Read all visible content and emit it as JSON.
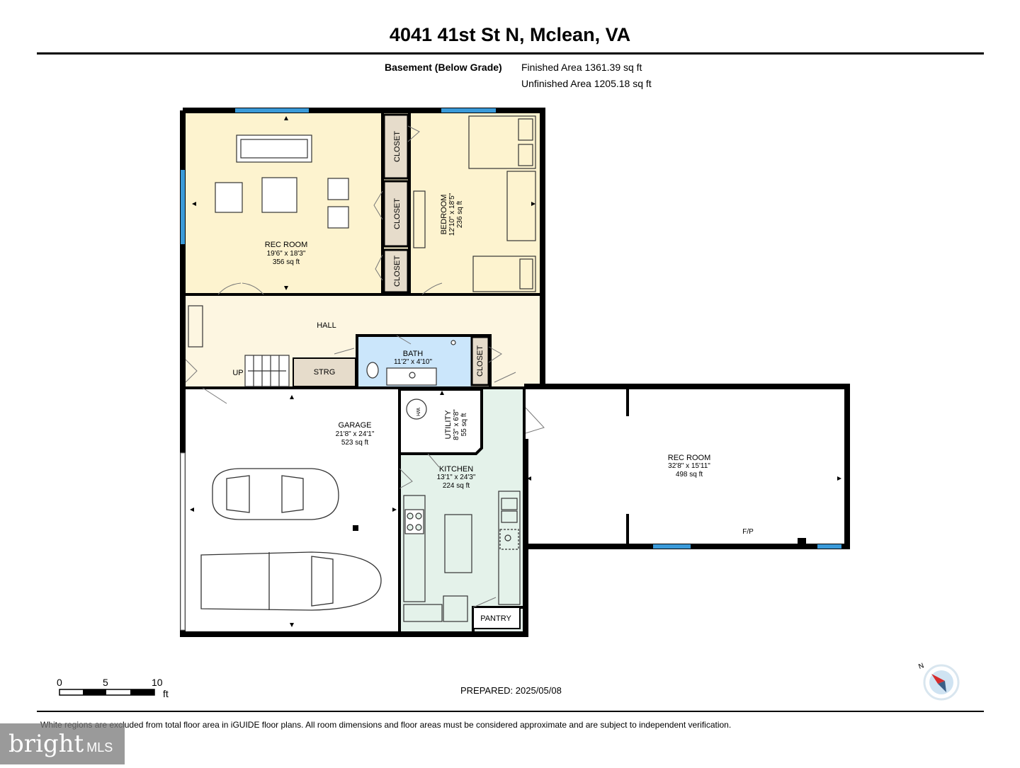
{
  "header": {
    "address": "4041 41st St N, Mclean, VA",
    "level": "Basement (Below Grade)",
    "finished_area": "Finished Area 1361.39 sq ft",
    "unfinished_area": "Unfinished Area 1205.18 sq ft"
  },
  "rooms": {
    "rec_room_1": {
      "name": "REC ROOM",
      "dims": "19'6\" x 18'3\"",
      "area": "356 sq ft"
    },
    "bedroom": {
      "name": "BEDROOM",
      "dims": "12'10\" x 18'5\"",
      "area": "236 sq ft"
    },
    "closet_1": {
      "name": "CLOSET"
    },
    "closet_2": {
      "name": "CLOSET"
    },
    "closet_3": {
      "name": "CLOSET"
    },
    "closet_4": {
      "name": "CLOSET"
    },
    "hall": {
      "name": "HALL"
    },
    "up": {
      "name": "UP"
    },
    "strg": {
      "name": "STRG"
    },
    "bath": {
      "name": "BATH",
      "dims": "11'2\" x 4'10\""
    },
    "utility": {
      "name": "UTILITY",
      "dims": "8'3\" x 6'8\"",
      "area": "55 sq ft"
    },
    "garage": {
      "name": "GARAGE",
      "dims": "21'8\" x 24'1\"",
      "area": "523 sq ft"
    },
    "kitchen": {
      "name": "KITCHEN",
      "dims": "13'1\" x 24'3\"",
      "area": "224 sq ft"
    },
    "rec_room_2": {
      "name": "REC ROOM",
      "dims": "32'8\" x 15'11\"",
      "area": "498 sq ft"
    },
    "fireplace": {
      "name": "F/P"
    },
    "pantry": {
      "name": "PANTRY"
    },
    "water_heater": {
      "name": "WH"
    }
  },
  "scale": {
    "tick_0": "0",
    "tick_5": "5",
    "tick_10": "10",
    "unit": "ft"
  },
  "compass": {
    "label": "N"
  },
  "footer": {
    "prepared": "PREPARED: 2025/05/08",
    "disclaimer": "White regions are excluded from total floor area in iGUIDE floor plans. All room dimensions and floor areas must be considered approximate and are subject to independent verification."
  },
  "brand": {
    "name": "bright",
    "suffix": "MLS"
  },
  "colors": {
    "rec_room": "#fdf3cf",
    "bedroom": "#fdf3cf",
    "closet": "#e6dccb",
    "hall": "#fdf6e1",
    "bath": "#cbe6fb",
    "kitchen": "#e4f2ea",
    "wall": "#000000",
    "window": "#3a9ad9"
  }
}
